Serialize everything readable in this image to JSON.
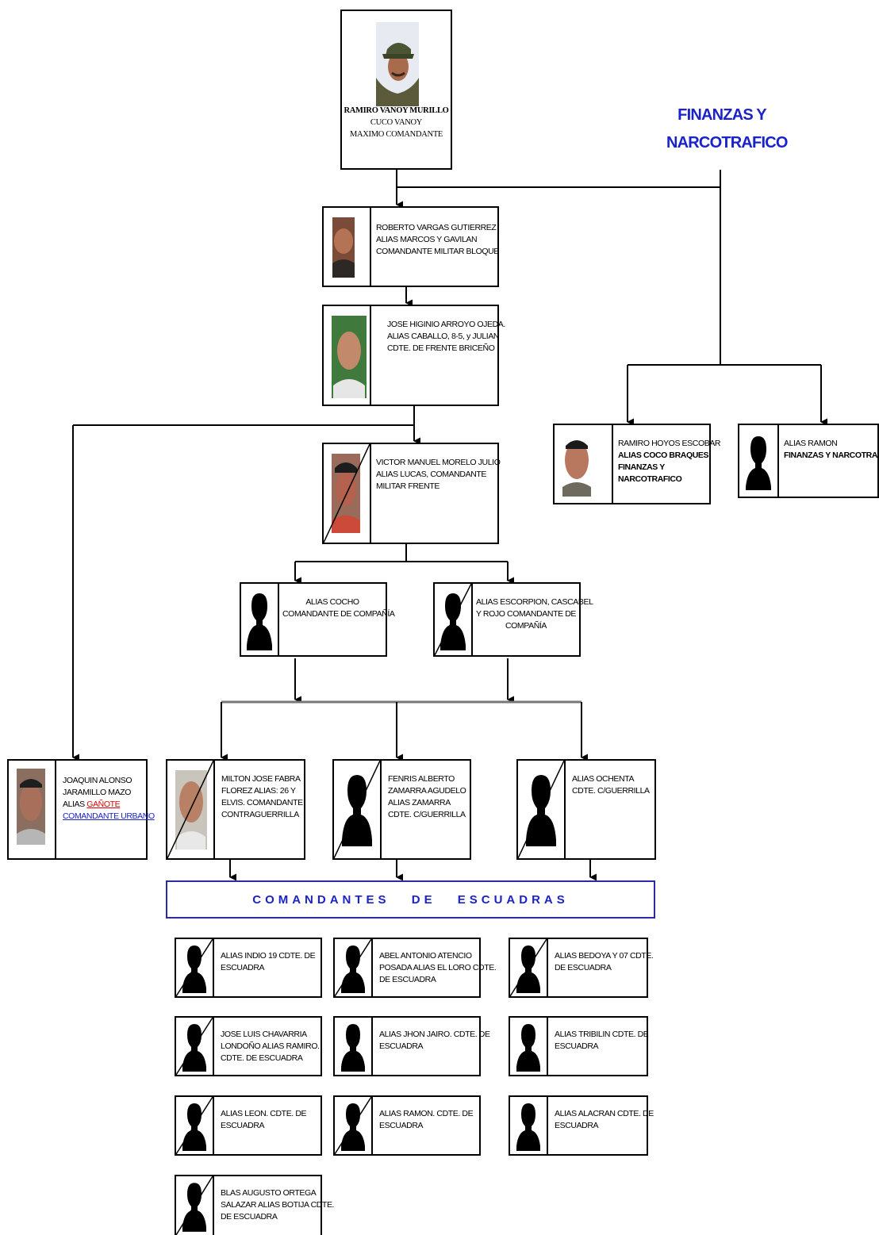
{
  "finance": {
    "title_line1": "FINANZAS Y",
    "title_line2": "NARCOTRAFICO"
  },
  "banner": {
    "label": "COMANDANTES DE ESCUADRAS"
  },
  "chief": {
    "l1": "RAMIRO VANOY MURILLO",
    "l2": "CUCO VANOY",
    "l3": "MAXIMO COMANDANTE"
  },
  "vargas": {
    "l1": "ROBERTO VARGAS GUTIERREZ",
    "l2": "ALIAS MARCOS Y GAVILAN",
    "l3": "COMANDANTE MILITAR BLOQUE"
  },
  "arroyo": {
    "l1": "JOSE HIGINIO ARROYO OJEDA.",
    "l2": "ALIAS CABALLO, 8-5, y JULIAN",
    "l3": "CDTE. DE FRENTE BRICEÑO"
  },
  "morelo": {
    "l1": "VICTOR MANUEL MORELO JULIO",
    "l2": "ALIAS LUCAS, COMANDANTE",
    "l3": "MILITAR FRENTE"
  },
  "hoyos": {
    "l1": "RAMIRO HOYOS ESCOBAR",
    "l2": "ALIAS COCO BRAQUES",
    "l3": "FINANZAS Y",
    "l4": "NARCOTRAFICO"
  },
  "ramon_fin": {
    "l1": "ALIAS RAMON",
    "l2": "FINANZAS Y NARCOTRAFICO"
  },
  "cocho": {
    "l1": "ALIAS COCHO",
    "l2": "COMANDANTE DE COMPAÑÍA"
  },
  "escorpion": {
    "l1": "ALIAS ESCORPION, CASCABEL",
    "l2": "Y ROJO COMANDANTE DE",
    "l3": "COMPAÑÍA"
  },
  "jaramillo": {
    "l1": "JOAQUIN ALONSO",
    "l2": "JARAMILLO MAZO",
    "l3a": "ALIAS ",
    "l3b": "GAÑOTE",
    "l4": "COMANDANTE URBANO"
  },
  "fabra": {
    "l1": "MILTON JOSE FABRA",
    "l2": "FLOREZ ALIAS: 26 Y",
    "l3": "ELVIS. COMANDANTE",
    "l4": "CONTRAGUERRILLA"
  },
  "zamarra": {
    "l1": "FENRIS ALBERTO",
    "l2": "ZAMARRA AGUDELO",
    "l3": "ALIAS ZAMARRA",
    "l4": "CDTE. C/GUERRILLA"
  },
  "ochenta": {
    "l1": "ALIAS OCHENTA",
    "l2": "CDTE. C/GUERRILLA"
  },
  "squads": [
    {
      "l1": "ALIAS INDIO 19 CDTE. DE",
      "l2": "ESCUADRA"
    },
    {
      "l1": "ABEL ANTONIO ATENCIO",
      "l2": "POSADA ALIAS EL LORO CDTE.",
      "l3": "DE ESCUADRA"
    },
    {
      "l1": "ALIAS BEDOYA Y 07 CDTE.",
      "l2": "DE ESCUADRA"
    },
    {
      "l1": "JOSE LUIS CHAVARRIA",
      "l2": "LONDOÑO ALIAS RAMIRO.",
      "l3": "CDTE. DE ESCUADRA"
    },
    {
      "l1": "ALIAS JHON JAIRO. CDTE. DE",
      "l2": "ESCUADRA"
    },
    {
      "l1": "ALIAS TRIBILIN CDTE. DE",
      "l2": "ESCUADRA"
    },
    {
      "l1": "ALIAS LEON. CDTE. DE",
      "l2": "ESCUADRA"
    },
    {
      "l1": "ALIAS RAMON. CDTE. DE",
      "l2": "ESCUADRA"
    },
    {
      "l1": "ALIAS ALACRAN CDTE. DE",
      "l2": "ESCUADRA"
    },
    {
      "l1": "BLAS AUGUSTO ORTEGA",
      "l2": "SALAZAR ALIAS BOTIJA CDTE.",
      "l3": "DE ESCUADRA"
    }
  ],
  "colors": {
    "title_blue": "#1a22c9",
    "banner_border": "#2a2aa3",
    "highlight_red": "#e00000",
    "line": "#000000"
  }
}
